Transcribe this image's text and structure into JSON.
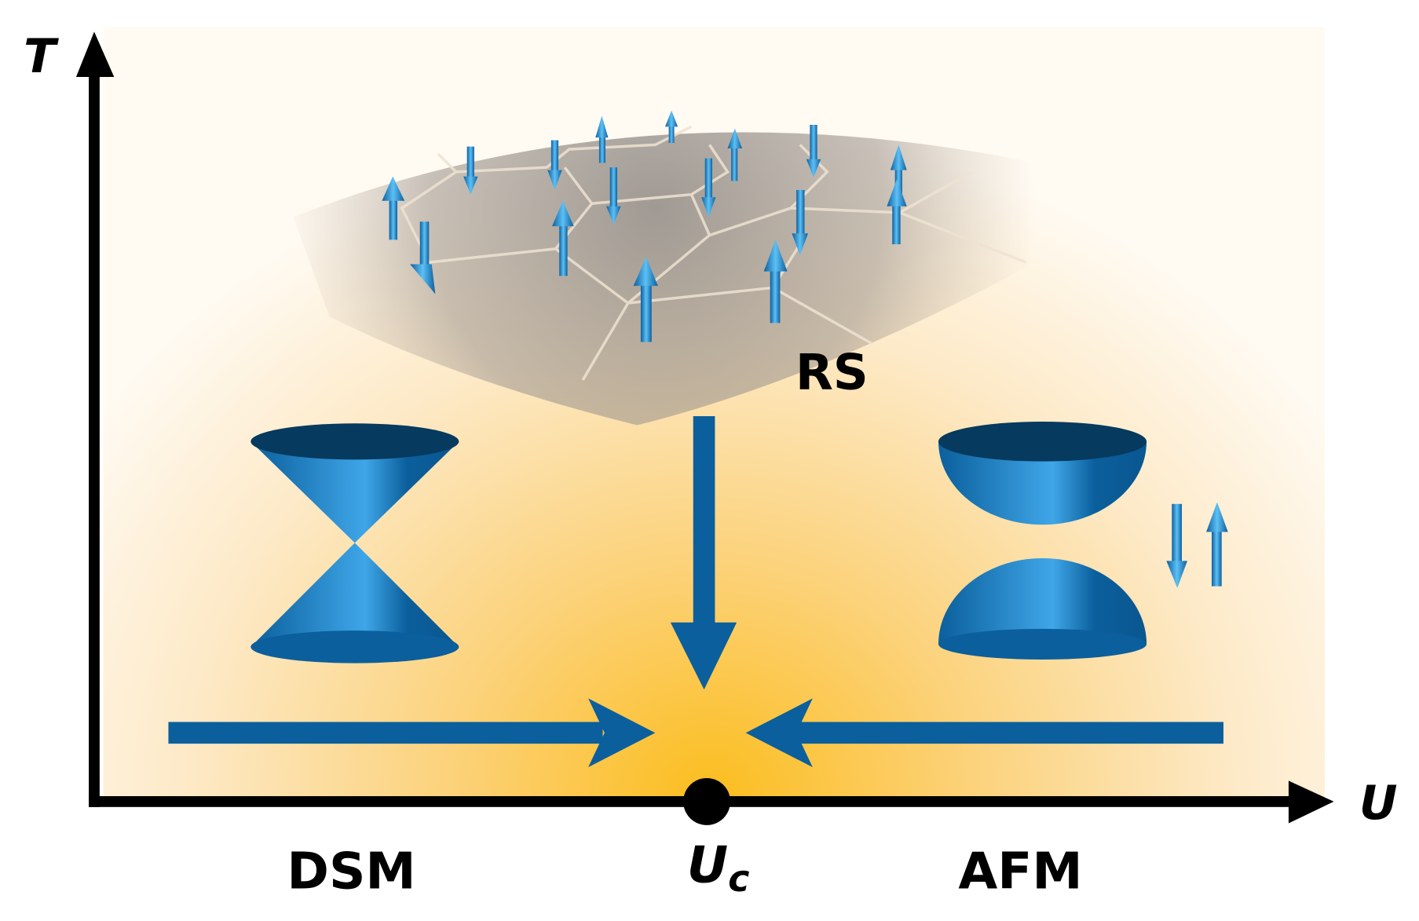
{
  "axes": {
    "y_label": "T",
    "x_label": "U"
  },
  "phases": {
    "left": "DSM",
    "right": "AFM",
    "top": "RS"
  },
  "critical_point": {
    "label_main": "U",
    "label_sub": "c"
  },
  "colors": {
    "blue": "#0b5f9c",
    "glow": "#fbbd1e",
    "axis": "#000000"
  }
}
